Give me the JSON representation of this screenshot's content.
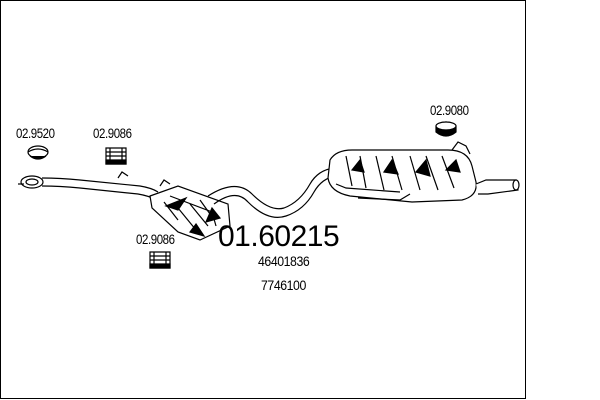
{
  "part_number": "01.60215",
  "oe_references": [
    "46401836",
    "7746100"
  ],
  "component_labels": {
    "gasket_front": "02.9520",
    "clamp_upper": "02.9086",
    "clamp_lower": "02.9086",
    "hanger_rear": "02.9080"
  }
}
